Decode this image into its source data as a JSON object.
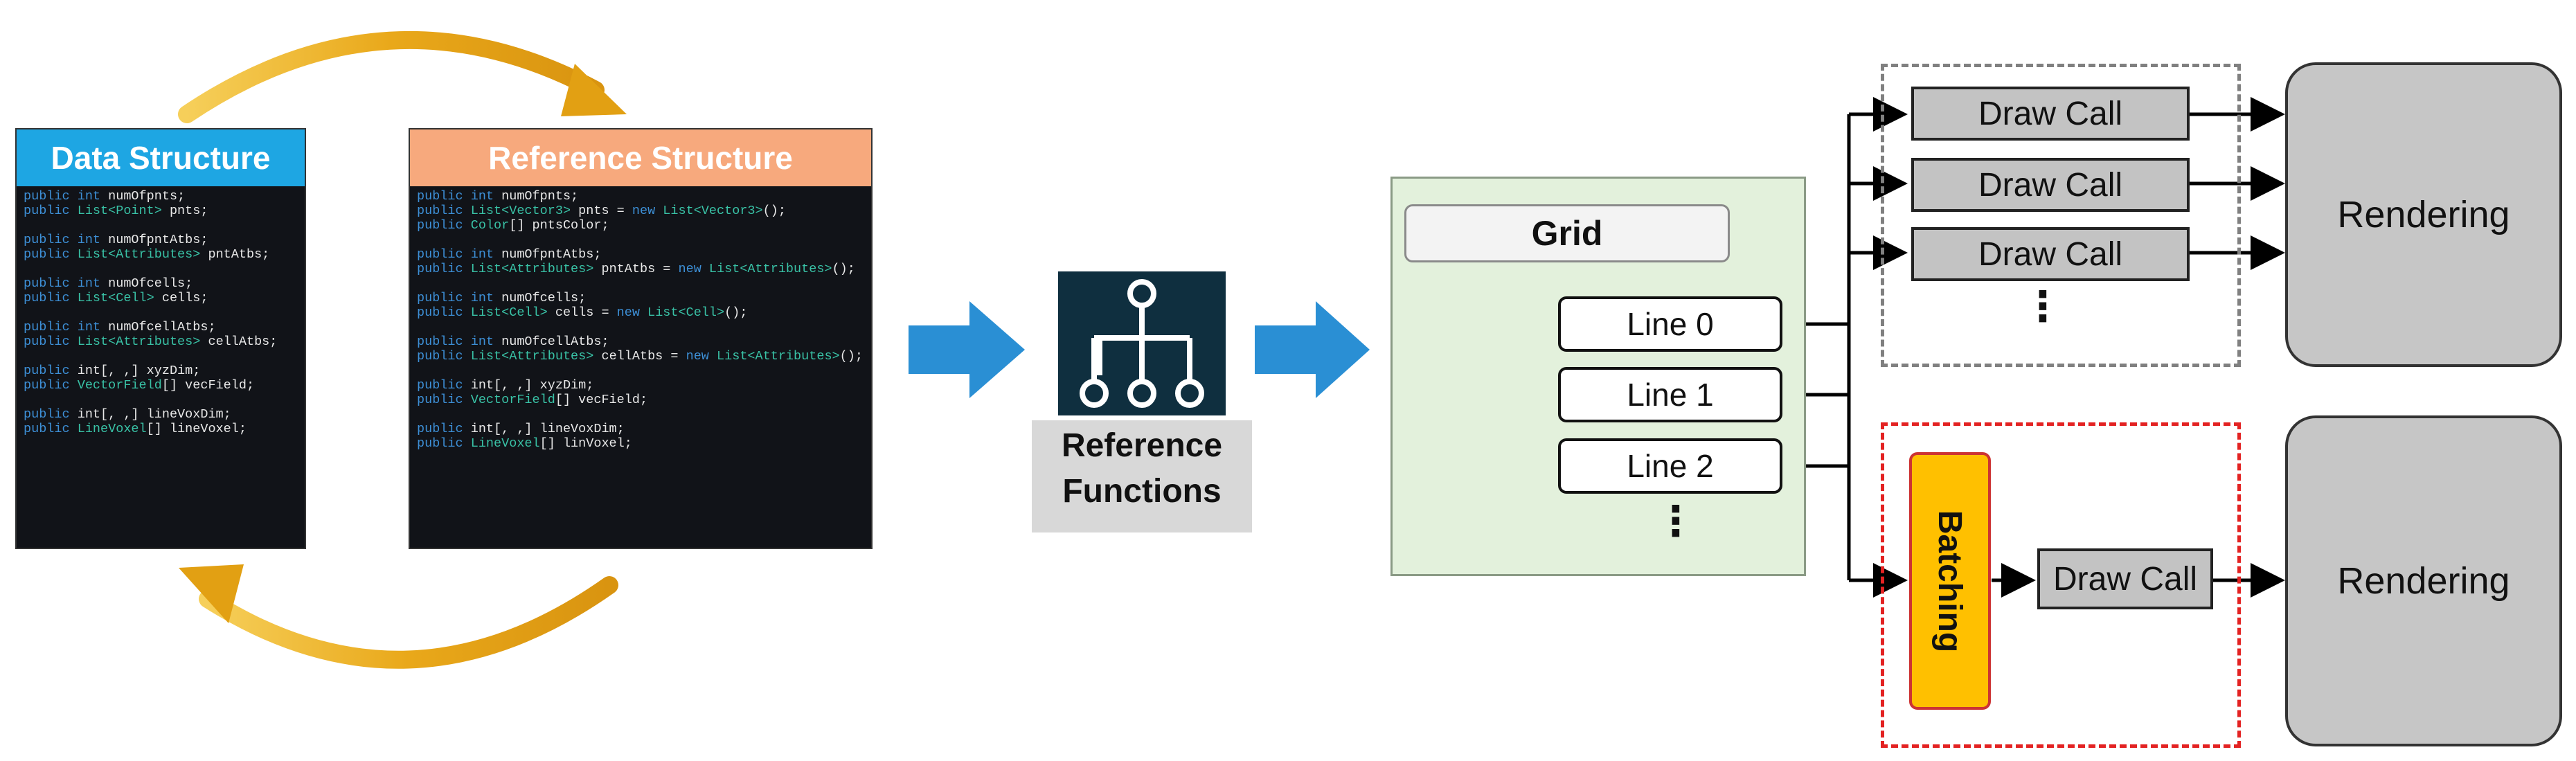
{
  "data_structure": {
    "header": "Data Structure",
    "header_color": "#1ea6e3",
    "lines": [
      [
        [
          "kw",
          "public int "
        ],
        [
          "tx",
          "numOfpnts;"
        ]
      ],
      [
        [
          "kw",
          "public "
        ],
        [
          "ty",
          "List<Point>"
        ],
        [
          "tx",
          " pnts;"
        ]
      ],
      [],
      [
        [
          "kw",
          "public int "
        ],
        [
          "tx",
          "numOfpntAtbs;"
        ]
      ],
      [
        [
          "kw",
          "public "
        ],
        [
          "ty",
          "List<Attributes>"
        ],
        [
          "tx",
          " pntAtbs;"
        ]
      ],
      [],
      [
        [
          "kw",
          "public int "
        ],
        [
          "tx",
          "numOfcells;"
        ]
      ],
      [
        [
          "kw",
          "public "
        ],
        [
          "ty",
          "List<Cell>"
        ],
        [
          "tx",
          " cells;"
        ]
      ],
      [],
      [
        [
          "kw",
          "public int "
        ],
        [
          "tx",
          "numOfcellAtbs;"
        ]
      ],
      [
        [
          "kw",
          "public "
        ],
        [
          "ty",
          "List<Attributes>"
        ],
        [
          "tx",
          " cellAtbs;"
        ]
      ],
      [],
      [
        [
          "kw",
          "public "
        ],
        [
          "tx",
          "int[, ,] xyzDim;"
        ]
      ],
      [
        [
          "kw",
          "public "
        ],
        [
          "ty",
          "VectorField"
        ],
        [
          "tx",
          "[] vecField;"
        ]
      ],
      [],
      [
        [
          "kw",
          "public "
        ],
        [
          "tx",
          "int[, ,] lineVoxDim;"
        ]
      ],
      [
        [
          "kw",
          "public "
        ],
        [
          "ty",
          "LineVoxel"
        ],
        [
          "tx",
          "[] lineVoxel;"
        ]
      ]
    ]
  },
  "reference_structure": {
    "header": "Reference Structure",
    "header_color": "#f7a97d",
    "lines": [
      [
        [
          "kw",
          "public int "
        ],
        [
          "tx",
          "numOfpnts;"
        ]
      ],
      [
        [
          "kw",
          "public "
        ],
        [
          "ty",
          "List<Vector3>"
        ],
        [
          "tx",
          " pnts = "
        ],
        [
          "kw",
          "new "
        ],
        [
          "ty",
          "List<Vector3>"
        ],
        [
          "tx",
          "();"
        ]
      ],
      [
        [
          "kw",
          "public "
        ],
        [
          "ty",
          "Color"
        ],
        [
          "tx",
          "[] pntsColor;"
        ]
      ],
      [],
      [
        [
          "kw",
          "public int "
        ],
        [
          "tx",
          "numOfpntAtbs;"
        ]
      ],
      [
        [
          "kw",
          "public "
        ],
        [
          "ty",
          "List<Attributes>"
        ],
        [
          "tx",
          " pntAtbs = "
        ],
        [
          "kw",
          "new "
        ],
        [
          "ty",
          "List<Attributes>"
        ],
        [
          "tx",
          "();"
        ]
      ],
      [],
      [
        [
          "kw",
          "public int "
        ],
        [
          "tx",
          "numOfcells;"
        ]
      ],
      [
        [
          "kw",
          "public "
        ],
        [
          "ty",
          "List<Cell>"
        ],
        [
          "tx",
          " cells = "
        ],
        [
          "kw",
          "new "
        ],
        [
          "ty",
          "List<Cell>"
        ],
        [
          "tx",
          "();"
        ]
      ],
      [],
      [
        [
          "kw",
          "public int "
        ],
        [
          "tx",
          "numOfcellAtbs;"
        ]
      ],
      [
        [
          "kw",
          "public "
        ],
        [
          "ty",
          "List<Attributes>"
        ],
        [
          "tx",
          " cellAtbs = "
        ],
        [
          "kw",
          "new "
        ],
        [
          "ty",
          "List<Attributes>"
        ],
        [
          "tx",
          "();"
        ]
      ],
      [],
      [
        [
          "kw",
          "public "
        ],
        [
          "tx",
          "int[, ,] xyzDim;"
        ]
      ],
      [
        [
          "kw",
          "public "
        ],
        [
          "ty",
          "VectorField"
        ],
        [
          "tx",
          "[] vecField;"
        ]
      ],
      [],
      [
        [
          "kw",
          "public "
        ],
        [
          "tx",
          "int[, ,] lineVoxDim;"
        ]
      ],
      [
        [
          "kw",
          "public "
        ],
        [
          "ty",
          "LineVoxel"
        ],
        [
          "tx",
          "[] linVoxel;"
        ]
      ]
    ]
  },
  "reference_functions": {
    "label_line1": "Reference",
    "label_line2": "Functions"
  },
  "grid": {
    "title": "Grid",
    "lines": [
      "Line 0",
      "Line 1",
      "Line 2"
    ],
    "ellipsis": "⋮"
  },
  "upper_path": {
    "draw_calls": [
      "Draw Call",
      "Draw Call",
      "Draw Call"
    ],
    "ellipsis": "⋮",
    "rendering": "Rendering"
  },
  "lower_path": {
    "batching": "Batching",
    "draw_call": "Draw Call",
    "rendering": "Rendering"
  },
  "icons": [
    "curved-arrow-top",
    "curved-arrow-bottom",
    "flow-arrow",
    "hierarchy-icon"
  ],
  "colors": {
    "flow_arrow": "#2a8fd4",
    "cycle_arrow": "#e7a81b",
    "grid_panel": "#e3f1dc",
    "batching_fill": "#ffc000",
    "batching_dash": "#e32222",
    "draw_call_fill": "#c3c3c3",
    "rendering_fill": "#c6c6c6"
  }
}
